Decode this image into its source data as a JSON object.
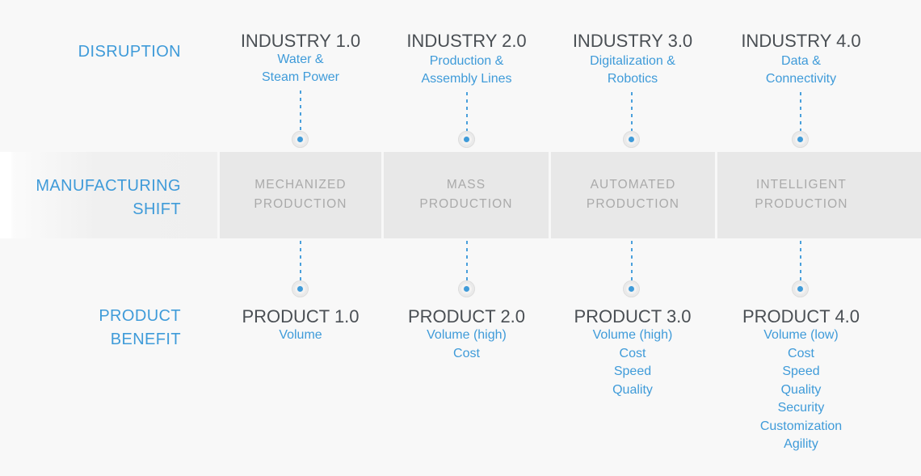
{
  "theme": {
    "background": "#f8f8f8",
    "accent_blue": "#3f9bd9",
    "title_gray": "#4a4f54",
    "band_cell_bg": "#e8e8e8",
    "band_text_gray": "#aaaaaa"
  },
  "rows": {
    "disruption_label": "DISRUPTION",
    "manufacturing_label_line1": "MANUFACTURING",
    "manufacturing_label_line2": "SHIFT",
    "product_label_line1": "PRODUCT",
    "product_label_line2": "BENEFIT"
  },
  "columns": [
    {
      "industry_title": "INDUSTRY 1.0",
      "industry_sub_lines": [
        "Water &",
        "Steam Power"
      ],
      "shift_lines": [
        "MECHANIZED",
        "PRODUCTION"
      ],
      "product_title": "PRODUCT 1.0",
      "benefits": [
        "Volume"
      ]
    },
    {
      "industry_title": "INDUSTRY 2.0",
      "industry_sub_lines": [
        "Production &",
        "Assembly Lines"
      ],
      "shift_lines": [
        "MASS",
        "PRODUCTION"
      ],
      "product_title": "PRODUCT 2.0",
      "benefits": [
        "Volume (high)",
        "Cost"
      ]
    },
    {
      "industry_title": "INDUSTRY 3.0",
      "industry_sub_lines": [
        "Digitalization &",
        "Robotics"
      ],
      "shift_lines": [
        "AUTOMATED",
        "PRODUCTION"
      ],
      "product_title": "PRODUCT 3.0",
      "benefits": [
        "Volume (high)",
        "Cost",
        "Speed",
        "Quality"
      ]
    },
    {
      "industry_title": "INDUSTRY 4.0",
      "industry_sub_lines": [
        "Data &",
        "Connectivity"
      ],
      "shift_lines": [
        "INTELLIGENT",
        "PRODUCTION"
      ],
      "product_title": "PRODUCT 4.0",
      "benefits": [
        "Volume (low)",
        "Cost",
        "Speed",
        "Quality",
        "Security",
        "Customization",
        "Agility"
      ]
    }
  ]
}
